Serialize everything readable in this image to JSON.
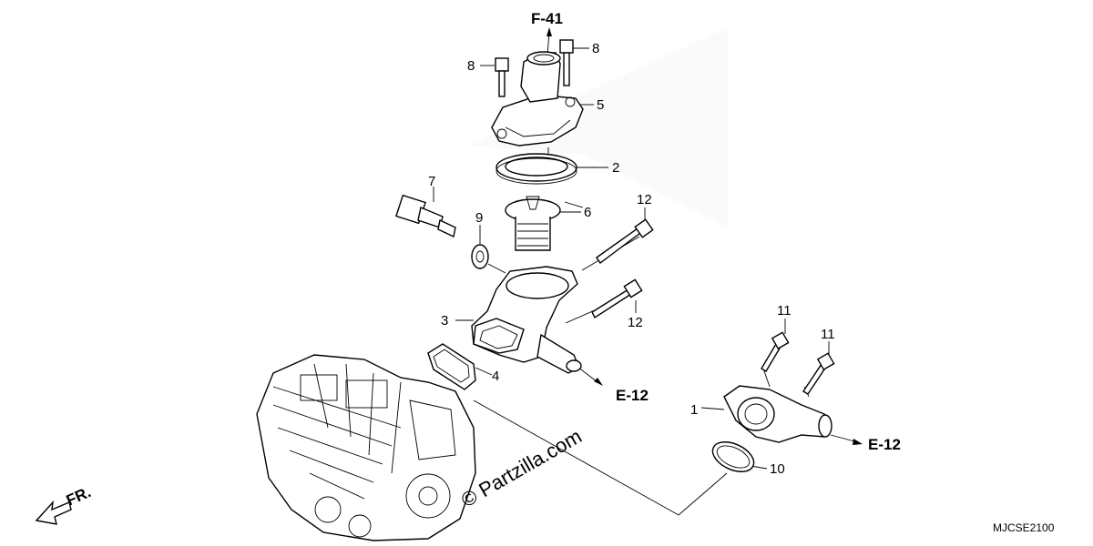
{
  "diagram": {
    "part_numbers": [
      "1",
      "2",
      "3",
      "4",
      "5",
      "6",
      "7",
      "8",
      "8",
      "9",
      "10",
      "11",
      "11",
      "12",
      "12"
    ],
    "refs": {
      "top": "F-41",
      "mid": "E-12",
      "right": "E-12"
    },
    "front_marker": "FR.",
    "watermark": "© Partzilla.com",
    "diagram_code": "MJCSE2100"
  }
}
